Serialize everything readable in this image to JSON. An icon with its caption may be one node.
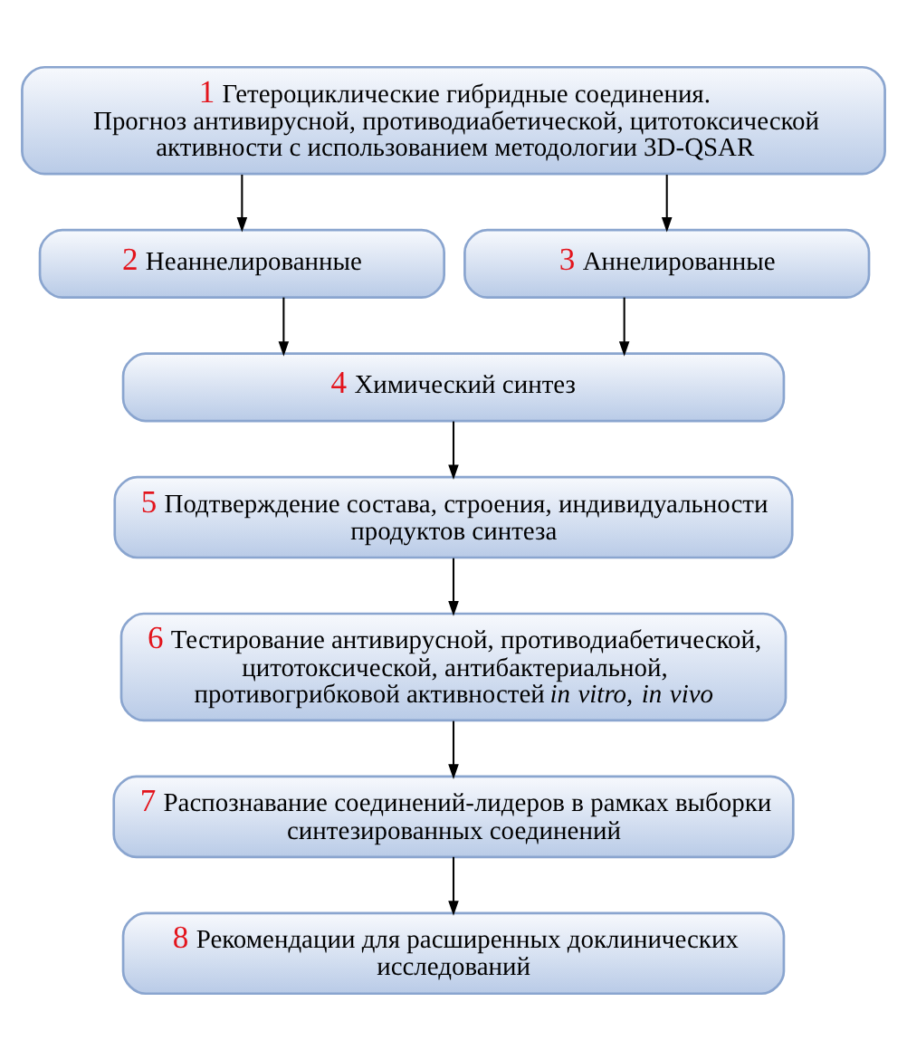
{
  "diagram": {
    "nodes": [
      {
        "text": [
          "1",
          "Гетероциклические гибридные соединения.",
          "Прогноз антивирусной, противодиабетической, цитотоксической активности с использованием методологии 3D-QSAR"
        ]
      },
      {
        "text": [
          "2",
          "Неаннелированные"
        ]
      },
      {
        "text": [
          "3",
          "Аннелированные"
        ]
      },
      {
        "text": [
          "4",
          "Химический синтез"
        ]
      },
      {
        "text": [
          "5",
          "Подтверждение состава, строения, индивидуальности продуктов синтеза"
        ]
      },
      {
        "text": [
          "6",
          "Тестирование антивирусной, противодиабетической, цитотоксической, антибактериальной, противогрибковой активностей *in vitro, in vivo*"
        ]
      },
      {
        "text": [
          "7",
          "Распознавание соединений-лидеров в рамках выборки синтезированных соединений"
        ]
      },
      {
        "text": [
          "8",
          "Рекомендации для расширенных доклинических исследований"
        ]
      }
    ],
    "edges": [
      {
        "from": 0,
        "to": 1,
        "arrow": "to"
      },
      {
        "from": 0,
        "to": 2,
        "arrow": "to"
      },
      {
        "from": 1,
        "to": 3,
        "arrow": "to"
      },
      {
        "from": 2,
        "to": 3,
        "arrow": "to"
      },
      {
        "from": 3,
        "to": 4,
        "arrow": "to"
      },
      {
        "from": 4,
        "to": 5,
        "arrow": "to"
      },
      {
        "from": 5,
        "to": 6,
        "arrow": "to"
      },
      {
        "from": 6,
        "to": 7,
        "arrow": "to"
      }
    ]
  }
}
